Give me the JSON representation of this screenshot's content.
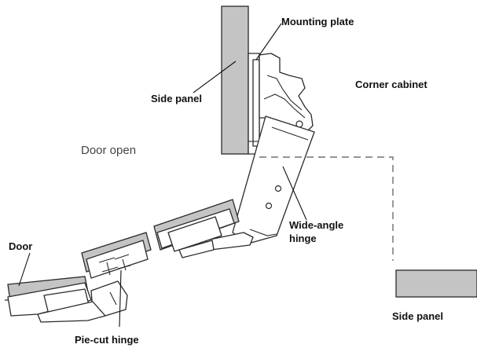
{
  "labels": {
    "mounting_plate": "Mounting plate",
    "side_panel_left": "Side panel",
    "corner_cabinet": "Corner cabinet",
    "door_open": "Door open",
    "wide_angle_hinge_line1": "Wide-angle",
    "wide_angle_hinge_line2": "hinge",
    "door": "Door",
    "side_panel_right": "Side panel",
    "pie_cut_hinge": "Pie-cut hinge"
  },
  "colors": {
    "panel_fill": "#c4c4c4",
    "outline": "#2a2a2a",
    "background": "#ffffff"
  }
}
